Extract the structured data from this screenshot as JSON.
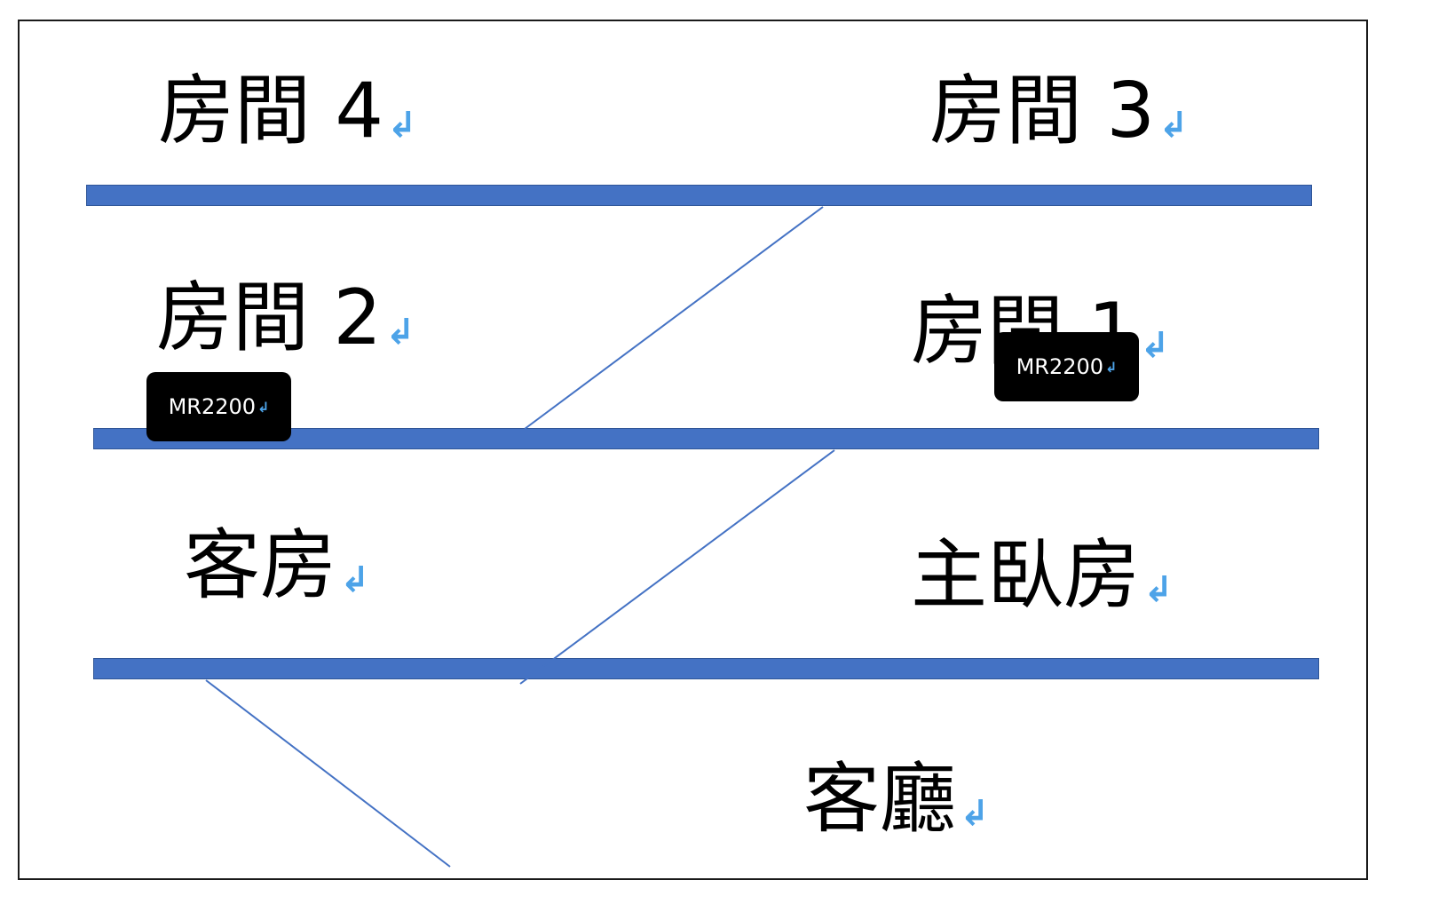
{
  "colors": {
    "wall": "#4472c4",
    "connector": "#4472c4",
    "para_mark": "#4da3e8",
    "device_bg": "#000000",
    "device_text": "#ffffff",
    "frame": "#1a1a1a"
  },
  "para_mark_glyph": "↲",
  "rooms": {
    "room4": "房間 4",
    "room3": "房間 3",
    "room2": "房間 2",
    "room1": "房間 1",
    "guest_room": "客房",
    "master_bedroom": "主臥房",
    "living_room": "客廳"
  },
  "devices": {
    "left": "MR2200",
    "right": "MR2200"
  }
}
